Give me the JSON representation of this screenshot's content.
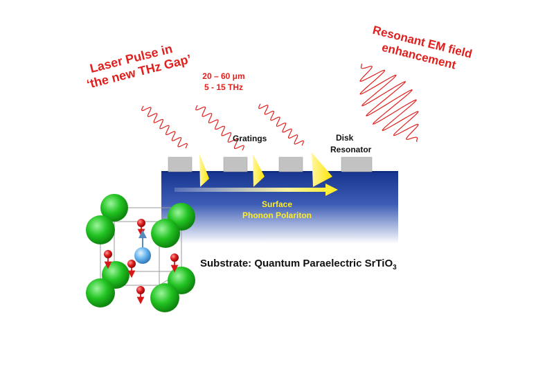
{
  "labels": {
    "laser_line1": "Laser Pulse in",
    "laser_line2": "‘the new THz Gap’",
    "wavelength": "20 – 60 μm",
    "frequency": "5 - 15 THz",
    "resonant_line1": "Resonant EM field",
    "resonant_line2": "enhancement",
    "gratings": "Gratings",
    "disk_line1": "Disk",
    "disk_line2": "Resonator",
    "spp_line1": "Surface",
    "spp_line2": "Phonon Polariton",
    "substrate_text": "Substrate: Quantum Paraelectric SrTiO",
    "substrate_sub": "3"
  },
  "colors": {
    "red_text": "#e0201e",
    "substrate_top": "#1a3c9a",
    "substrate_bottom": "#ffffff",
    "yellow": "#ffee22",
    "grating": "#bdbdbd",
    "green_atom": "#1fbf1f",
    "red_atom": "#d81818",
    "blue_atom": "#5aaee8"
  },
  "icons": {
    "wave": "sine-wave-icon",
    "arrow": "yellow-arrow-icon"
  }
}
